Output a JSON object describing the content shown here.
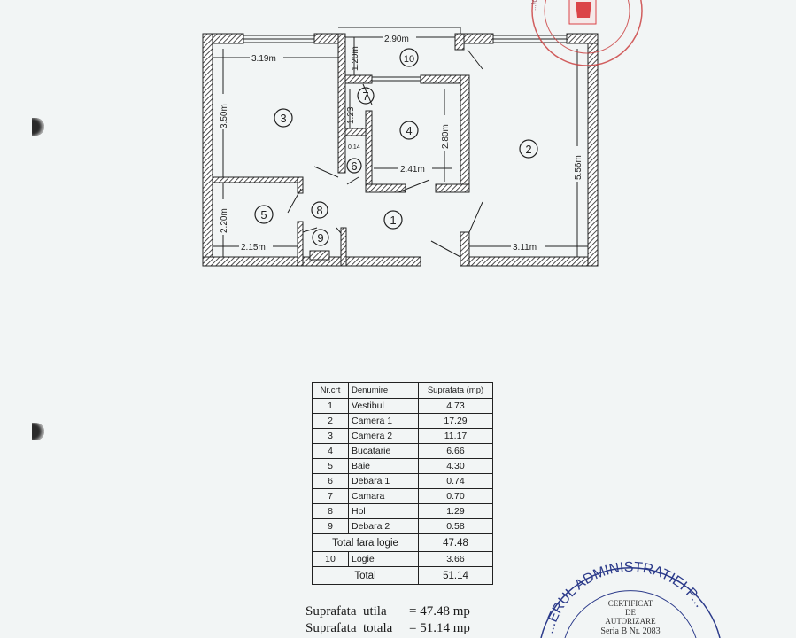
{
  "plan": {
    "dimensions": {
      "d319": "3.19m",
      "d290": "2.90m",
      "d120": "1.20m",
      "d350": "3.50m",
      "d123": "1.23",
      "d014": "0.14",
      "d280": "2.80m",
      "d241": "2.41m",
      "d556": "5.56m",
      "d220": "2.20m",
      "d215": "2.15m",
      "d311": "3.11m"
    },
    "rooms": {
      "r1": "1",
      "r2": "2",
      "r3": "3",
      "r4": "4",
      "r5": "5",
      "r6": "6",
      "r7": "7",
      "r8": "8",
      "r9": "9",
      "r10": "10"
    }
  },
  "table": {
    "headers": [
      "Nr.crt",
      "Denumire",
      "Suprafata (mp)"
    ],
    "rows": [
      {
        "nr": "1",
        "name": "Vestibul",
        "area": "4.73"
      },
      {
        "nr": "2",
        "name": "Camera 1",
        "area": "17.29"
      },
      {
        "nr": "3",
        "name": "Camera 2",
        "area": "11.17"
      },
      {
        "nr": "4",
        "name": "Bucatarie",
        "area": "6.66"
      },
      {
        "nr": "5",
        "name": "Baie",
        "area": "4.30"
      },
      {
        "nr": "6",
        "name": "Debara 1",
        "area": "0.74"
      },
      {
        "nr": "7",
        "name": "Camara",
        "area": "0.70"
      },
      {
        "nr": "8",
        "name": "Hol",
        "area": "1.29"
      },
      {
        "nr": "9",
        "name": "Debara 2",
        "area": "0.58"
      }
    ],
    "subtotal": {
      "label": "Total fara logie",
      "area": "47.48"
    },
    "logia": {
      "nr": "10",
      "name": "Logie",
      "area": "3.66"
    },
    "total": {
      "label": "Total",
      "area": "51.14"
    }
  },
  "summary": {
    "utila_label": "Suprafata  utila",
    "utila_value": "= 47.48 mp",
    "totala_label": "Suprafata  totala",
    "totala_value": "= 51.14 mp"
  },
  "stamp_bottom": {
    "arc": "...ERUL ADMINISTRATIEI P...",
    "line1": "CERTIFICAT",
    "line2": "DE",
    "line3": "AUTORIZARE",
    "line4": "Seria B Nr. 2083"
  },
  "stamp_top": {
    "arc": "...IONALA DE CADASTRU SI PUBLICITATE..."
  },
  "colors": {
    "ink": "#222222",
    "stamp_red": "#d8262b",
    "stamp_blue": "#2b3a8a"
  }
}
